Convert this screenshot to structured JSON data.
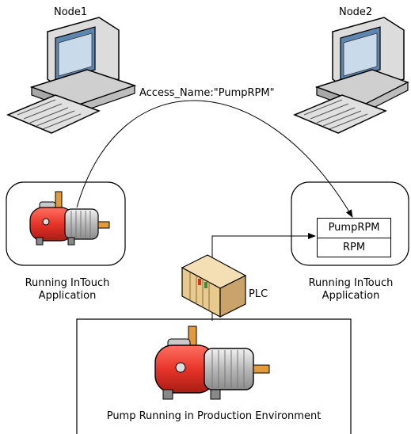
{
  "nodes": {
    "node1": {
      "label": "Node1"
    },
    "node2": {
      "label": "Node2"
    }
  },
  "connection": {
    "label": "Access_Name:\"PumpRPM\""
  },
  "apps": {
    "left": {
      "line1": "Running InTouch",
      "line2": "Application"
    },
    "right": {
      "line1": "Running InTouch",
      "line2": "Application"
    }
  },
  "tags": {
    "item1": "PumpRPM",
    "item2": "RPM"
  },
  "plc": {
    "label": "PLC"
  },
  "production": {
    "label": "Pump Running in Production Environment"
  },
  "colors": {
    "pump_body": "#e8342a",
    "pump_motor": "#d0d0d0",
    "shaft": "#e39a3a",
    "computer": "#d9d9d9",
    "screen": "#6a8fb5"
  }
}
